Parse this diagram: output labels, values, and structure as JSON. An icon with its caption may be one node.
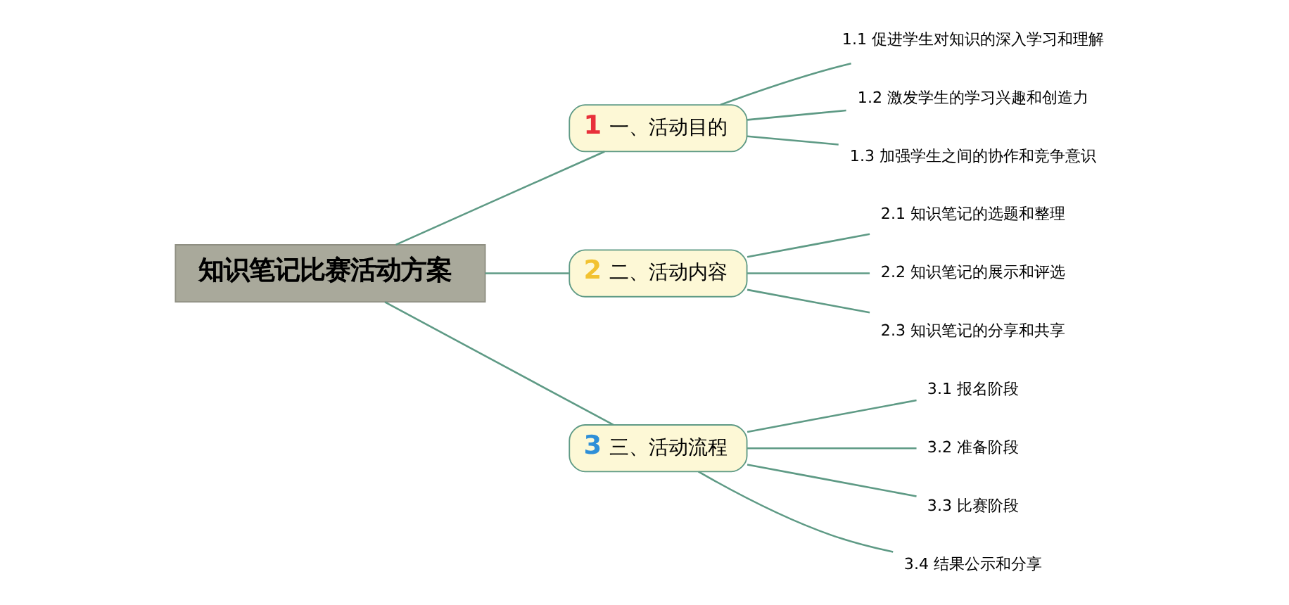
{
  "diagram": {
    "nodes": [
      {
        "text": [
          "知识笔记比赛活动方案"
        ]
      },
      {
        "text": [
          "1",
          "一、活动目的"
        ]
      },
      {
        "text": [
          "1.1 促进学生对知识的深入学习和理解"
        ]
      },
      {
        "text": [
          "1.2 激发学生的学习兴趣和创造力"
        ]
      },
      {
        "text": [
          "1.3 加强学生之间的协作和竞争意识"
        ]
      },
      {
        "text": [
          "2",
          "二、活动内容"
        ]
      },
      {
        "text": [
          "2.1 知识笔记的选题和整理"
        ]
      },
      {
        "text": [
          "2.2 知识笔记的展示和评选"
        ]
      },
      {
        "text": [
          "2.3 知识笔记的分享和共享"
        ]
      },
      {
        "text": [
          "3",
          "三、活动流程"
        ]
      },
      {
        "text": [
          "3.1 报名阶段"
        ]
      },
      {
        "text": [
          "3.2 准备阶段"
        ]
      },
      {
        "text": [
          "3.3 比赛阶段"
        ]
      },
      {
        "text": [
          "3.4 结果公示和分享"
        ]
      }
    ],
    "edges": [
      {
        "from": 0,
        "to": 1,
        "arrow": "none"
      },
      {
        "from": 1,
        "to": 2,
        "arrow": "none"
      },
      {
        "from": 1,
        "to": 3,
        "arrow": "none"
      },
      {
        "from": 1,
        "to": 4,
        "arrow": "none"
      },
      {
        "from": 0,
        "to": 5,
        "arrow": "none"
      },
      {
        "from": 5,
        "to": 6,
        "arrow": "none"
      },
      {
        "from": 5,
        "to": 7,
        "arrow": "none"
      },
      {
        "from": 5,
        "to": 8,
        "arrow": "none"
      },
      {
        "from": 0,
        "to": 9,
        "arrow": "none"
      },
      {
        "from": 9,
        "to": 10,
        "arrow": "none"
      },
      {
        "from": 9,
        "to": 11,
        "arrow": "none"
      },
      {
        "from": 9,
        "to": 12,
        "arrow": "none"
      },
      {
        "from": 9,
        "to": 13,
        "arrow": "none"
      }
    ]
  }
}
